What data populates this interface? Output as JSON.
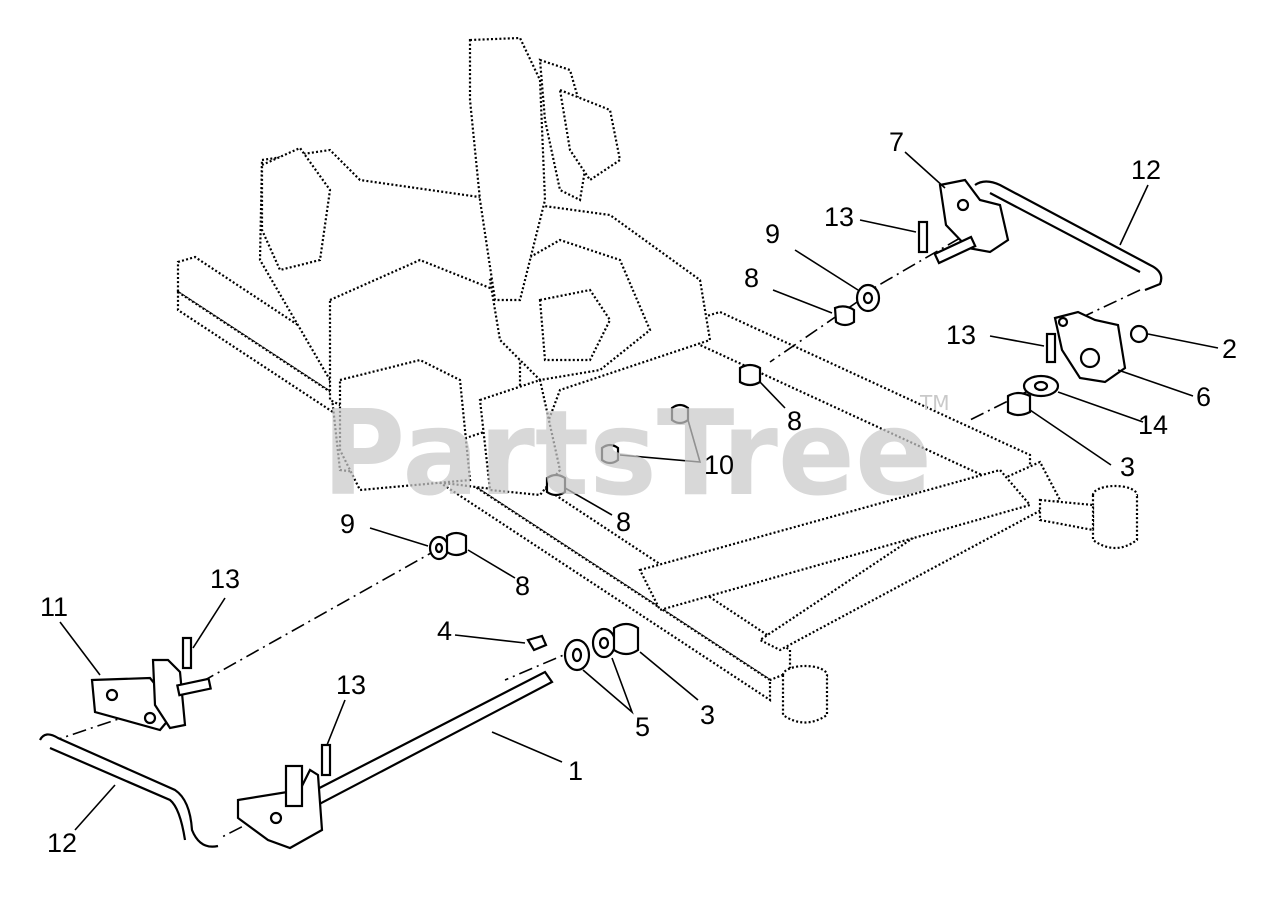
{
  "watermark": {
    "text": "PartsTree",
    "mark": "TM"
  },
  "callouts": [
    {
      "id": "c-7a",
      "text": "7"
    },
    {
      "id": "c-12a",
      "text": "12"
    },
    {
      "id": "c-13a",
      "text": "13"
    },
    {
      "id": "c-9a",
      "text": "9"
    },
    {
      "id": "c-8a",
      "text": "8"
    },
    {
      "id": "c-13b",
      "text": "13"
    },
    {
      "id": "c-2",
      "text": "2"
    },
    {
      "id": "c-6",
      "text": "6"
    },
    {
      "id": "c-14",
      "text": "14"
    },
    {
      "id": "c-3a",
      "text": "3"
    },
    {
      "id": "c-8b",
      "text": "8"
    },
    {
      "id": "c-10",
      "text": "10"
    },
    {
      "id": "c-8c",
      "text": "8"
    },
    {
      "id": "c-9b",
      "text": "9"
    },
    {
      "id": "c-8d",
      "text": "8"
    },
    {
      "id": "c-13c",
      "text": "13"
    },
    {
      "id": "c-11",
      "text": "11"
    },
    {
      "id": "c-4",
      "text": "4"
    },
    {
      "id": "c-13d",
      "text": "13"
    },
    {
      "id": "c-5",
      "text": "5"
    },
    {
      "id": "c-3b",
      "text": "3"
    },
    {
      "id": "c-1",
      "text": "1"
    },
    {
      "id": "c-12b",
      "text": "12"
    }
  ]
}
